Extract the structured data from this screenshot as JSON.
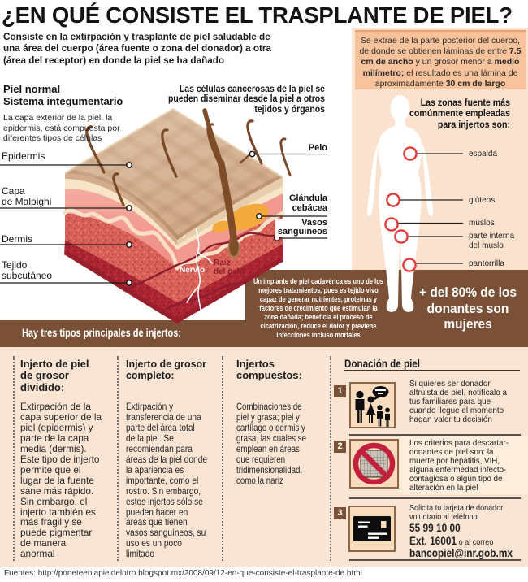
{
  "title": "¿EN QUÉ CONSISTE EL TRASPLANTE DE PIEL?",
  "intro": "Consiste en la extirpación y trasplante de piel saludable de\nuna área del cuerpo (área fuente o zona del donador) a otra\n(área del receptor) en donde la piel se ha dañado",
  "skin_section": {
    "heading": "Piel normal\nSistema integumentario",
    "description": "La capa exterior de la piel, la\nepidermis, está compuesta por\ndiferentes tipos de células",
    "cancer_note": "Las células cancerosas de la piel se\npueden diseminar desde la piel a otros\ntejidos y órganos",
    "labels_left": [
      "Epidermis",
      "Capa\nde Malpighi",
      "Dermis",
      "Tejido\nsubcutáneo"
    ],
    "labels_right": [
      "Pelo",
      "Glándula\ncebácea",
      "Vasos\nsanguíneos"
    ],
    "nerve_label": "Nervio",
    "hair_root_label": "Raíz\ndel pelo"
  },
  "extraction_box": {
    "runs": [
      {
        "t": "Se extrae de la parte posterior del cuerpo,\nde donde se obtienen láminas de entre "
      },
      {
        "t": "7.5\ncm de ancho",
        "b": true
      },
      {
        "t": " y un grosor menor a "
      },
      {
        "t": "medio\nmilímetro;",
        "b": true
      },
      {
        "t": " el resultado es una lámina de\naproximadamente "
      },
      {
        "t": "30 cm de largo",
        "b": true
      }
    ]
  },
  "zones": {
    "title": "Las zonas fuente más\ncomúnmente empleadas\npara injertos son:",
    "labels": [
      "espalda",
      "glúteos",
      "muslos",
      "parte interna\ndel muslo",
      "pantorrilla"
    ]
  },
  "donors_fact": "+ del 80% de los\ndonantes son\nmujeres",
  "implant_note": "Un implante de piel cadavérica es uno de los\nmejores tratamientos, pues es tejido vivo\ncapaz de generar nutrientes, proteínas y\nfactores de crecimiento que estimulan la\nzona dañada; beneficia el proceso de\ncicatrización, reduce el dolor y previene\ninfecciones incluso mortales",
  "grafts_bar": "Hay tres tipos principales de injertos:",
  "graft_types": [
    {
      "title": "Injerto de piel\nde grosor\ndividido:",
      "body": "Extirpación de la\ncapa superior de la\npiel (epidermis) y\nparte de la capa\nmedia (dermis).\nEste tipo de injerto\npermite que el\nlugar de la fuente\nsane más rápido.\nSin embargo, el\ninjerto también es\nmás frágil y se\npuede pigmentar\nde manera\nanormal"
    },
    {
      "title": "Injerto de grosor\ncompleto:",
      "body": "Extirpación y\ntransferencia de una\nparte del área total\nde la piel. Se\nrecomiendan para\náreas de la piel donde\nla apariencia es\nimportante, como el\nrostro. Sin embargo,\nestos injertos sólo se\npueden hacer en\náreas que tienen\nvasos sanguíneos, su\nuso es un poco\nlimitado"
    },
    {
      "title": "Injertos\ncompuestos:",
      "body": "Combinaciones de\npiel y grasa; piel y\ncartílago o dermis y\ngrasa, las cuales se\nemplean en áreas\nque requieren\ntridimensionalidad,\ncomo la nariz"
    }
  ],
  "donation": {
    "title": "Donación de piel",
    "items": [
      {
        "number": "1",
        "icon": "family-talk-icon",
        "text": "Si quieres ser donador\naltruista de piel, notifícalo a\ntus familiares para que\ncuando llegue el momento\nhagan valer tu decisión"
      },
      {
        "number": "2",
        "icon": "prohibited-icon",
        "text": "Los criterios para descartar-\ndonantes de piel son: la\nmuerte por hepatitis, VIH,\nalguna enfermedad infecto-\ncontagiosa o algún tipo de\nalteración en la piel"
      },
      {
        "number": "3",
        "icon": "donor-card-icon",
        "runs": [
          {
            "t": "Solicita tu tarjeta de donador\nvoluntario al teléfono\n"
          },
          {
            "t": "55 99 10 00",
            "big": true
          },
          {
            "t": "\n"
          },
          {
            "t": "Ext. 16001",
            "big": true
          },
          {
            "t": " o al correo\n"
          },
          {
            "t": "bancopiel@inr.gob.mx",
            "big": true
          }
        ]
      }
    ]
  },
  "footer": "Fuentes: http://poneteenlapieldelotro.blogspot.mx/2008/09/12-en-que-consiste-el-trasplante-de.html",
  "colors": {
    "brown": "#7A5136",
    "peach_panel": "#FBE2CF",
    "peach_bottom": "#FAE5D4",
    "orange_box": "#F7C39C",
    "orange_edge": "#EDA26D",
    "highlight": "#FCEDDC",
    "accent_red": "#E23B3C",
    "icon_box": "#F9DBBE",
    "icon_border": "#8A6747"
  }
}
